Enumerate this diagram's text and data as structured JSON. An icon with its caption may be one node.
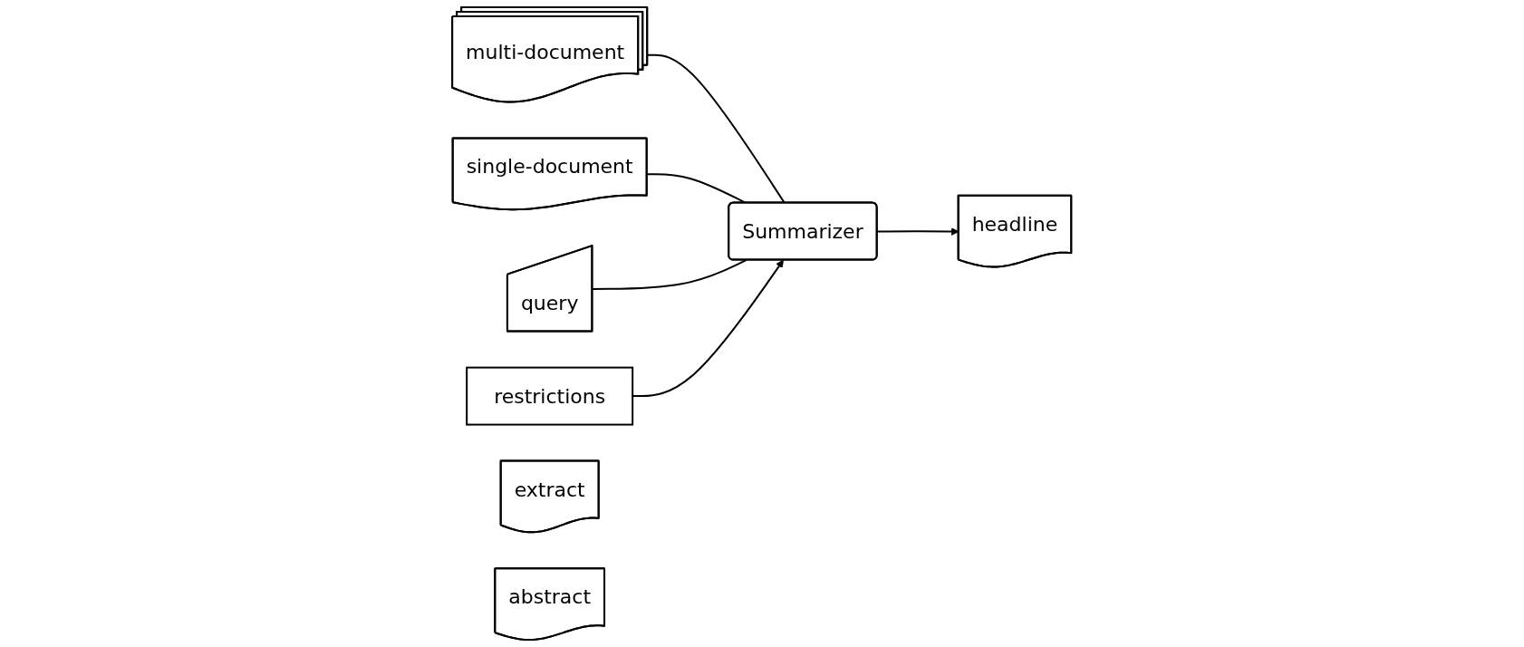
{
  "diagram": {
    "nodes": [
      {
        "text": [
          "multi-document"
        ]
      },
      {
        "text": [
          "single-document"
        ]
      },
      {
        "text": [
          "query"
        ]
      },
      {
        "text": [
          "restrictions"
        ]
      },
      {
        "text": [
          "Summarizer"
        ]
      },
      {
        "text": [
          "extract"
        ]
      },
      {
        "text": [
          "abstract"
        ]
      },
      {
        "text": [
          "headline"
        ]
      }
    ],
    "edges": [
      {
        "from": 0,
        "to": 4,
        "arrow": "none"
      },
      {
        "from": 1,
        "to": 4,
        "arrow": "none"
      },
      {
        "from": 2,
        "to": 4,
        "arrow": "none"
      },
      {
        "from": 3,
        "to": 4,
        "arrow": "to"
      },
      {
        "from": 4,
        "to": 7,
        "arrow": "to"
      }
    ]
  }
}
